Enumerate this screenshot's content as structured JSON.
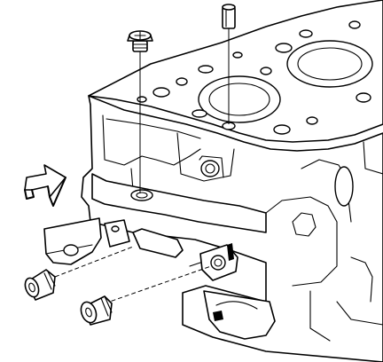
{
  "diagram": {
    "colors": {
      "line": "#000000",
      "background": "#ffffff"
    },
    "parts": [
      {
        "name": "cylinder-block"
      },
      {
        "name": "oil-gallery-plug-top"
      },
      {
        "name": "dowel-pin"
      },
      {
        "name": "oil-gallery-plug-left"
      },
      {
        "name": "oil-gallery-plug-front"
      }
    ],
    "direction_icon": "outline-arrow-right-icon"
  }
}
